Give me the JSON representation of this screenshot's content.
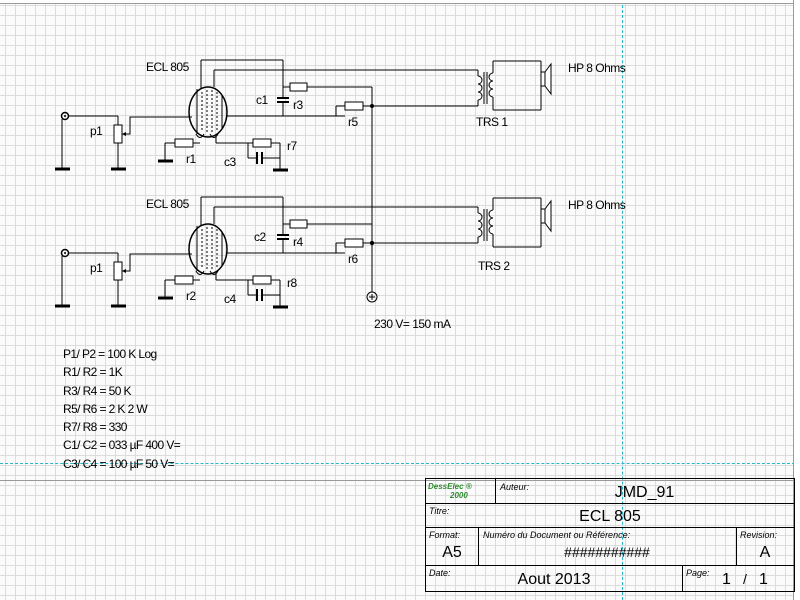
{
  "schematic": {
    "stage1": {
      "tube": "ECL 805",
      "pot": "p1",
      "r_grid": "r1",
      "r_cath": "r7",
      "c_cath": "c3",
      "c_fb": "c1",
      "r_fb": "r3",
      "r_screen": "r5",
      "transformer": "TRS 1",
      "speaker": "HP 8 Ohms"
    },
    "stage2": {
      "tube": "ECL 805",
      "pot": "p1",
      "r_grid": "r2",
      "r_cath": "r8",
      "c_cath": "c4",
      "c_fb": "c2",
      "r_fb": "r4",
      "r_screen": "r6",
      "transformer": "TRS 2",
      "speaker": "HP 8 Ohms"
    },
    "supply": "230 V= 150 mA"
  },
  "parts_list": [
    "P1/ P2 = 100 K Log",
    "R1/ R2 = 1K",
    "R3/ R4 = 50 K",
    "R5/ R6 = 2 K 2 W",
    "R7/ R8 = 330",
    "C1/ C2 = 033 µF 400 V=",
    "C3/ C4 = 100 µF 50 V="
  ],
  "title_block": {
    "logo_top": "DessElec",
    "logo_bottom": "2000",
    "auteur_label": "Auteur:",
    "auteur": "JMD_91",
    "titre_label": "Titre:",
    "titre": "ECL 805",
    "format_label": "Format:",
    "format": "A5",
    "doc_label": "Numéro du Document ou Référence:",
    "doc": "###########",
    "revision_label": "Revision:",
    "revision": "A",
    "date_label": "Date:",
    "date": "Aout 2013",
    "page_label": "Page:",
    "page": "1",
    "page_sep": "/",
    "page_total": "1"
  }
}
